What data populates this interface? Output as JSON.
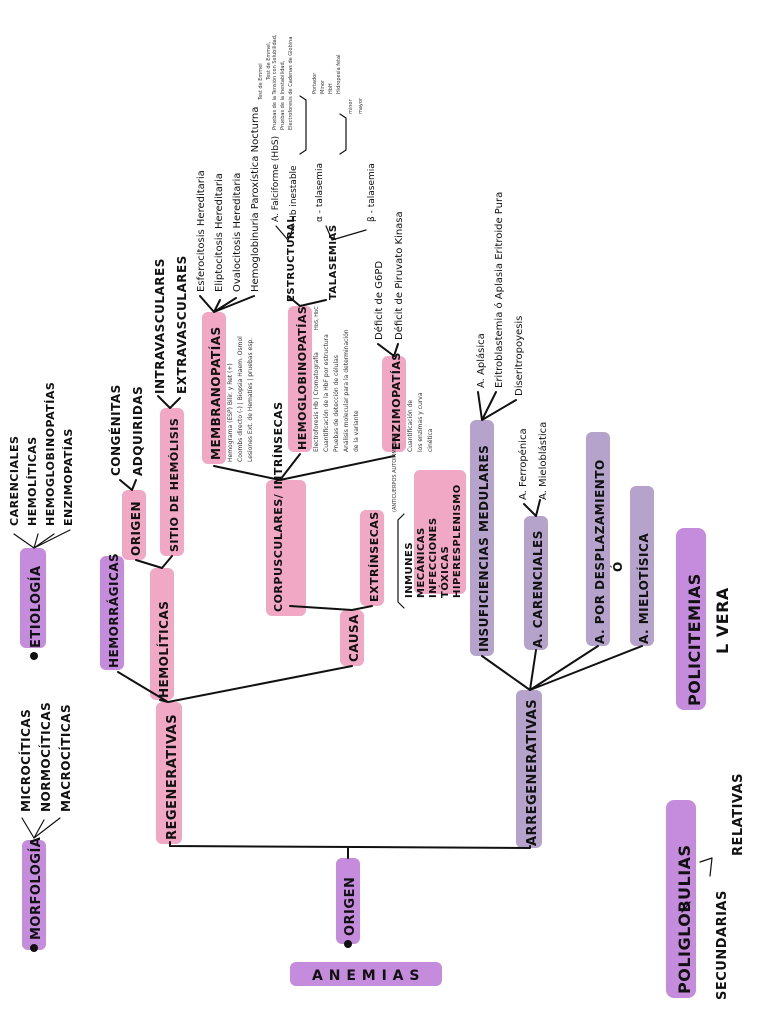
{
  "colors": {
    "violet": "#c58bdc",
    "pink": "#f0a8c4",
    "purple": "#b5a3cc",
    "ink": "#111111"
  },
  "title": "A N E M I A S",
  "morfologia": {
    "label": "MORFOLOGÍA",
    "items": [
      "MICROCÍTICAS",
      "NORMOCÍTICAS",
      "MACROCÍTICAS"
    ]
  },
  "etiologia": {
    "label": "ETIOLOGÍA",
    "items": [
      "CARENCIALES",
      "HEMOLÍTICAS",
      "HEMOGLOBINOPATÍAS",
      "ENZIMOPATÍAS"
    ]
  },
  "origen": {
    "label": "ORIGEN",
    "regenerativas": "REGENERATIVAS",
    "arregenerativas": "ARREGENERATIVAS"
  },
  "regenerativas": {
    "hemorragicas": "HEMORRÁGICAS",
    "hemoliticas": "HEMOLÍTICAS",
    "causa": "CAUSA"
  },
  "hemoliticas": {
    "origen": "ORIGEN",
    "origen_items": [
      "CONGÉNITAS",
      "ADQUIRIDAS"
    ],
    "sitio": "SITIO DE HEMÓLISIS",
    "sitio_items": [
      "INTRAVASCULARES",
      "EXTRAVASCULARES"
    ]
  },
  "causa": {
    "corpusculares": "CORPUSCULARES/ INTRÍNSECAS",
    "extrinsecas": "EXTRÍNSECAS",
    "extrinsecas_note": "(ANTICUERPOS AUTOINMUNES)",
    "extrinsecas_items": [
      "INMUNES",
      "MECÁNICAS",
      "INFECCIONES",
      "TÓXICAS",
      "HIPERESPLENISMO"
    ]
  },
  "corpusculares": {
    "membranopatias": "MEMBRANOPATÍAS",
    "membranopatias_items": [
      "Esferocitosis Hereditaria",
      "Eliptocitosis Hereditaria",
      "Ovalocitosis Hereditaria",
      "Hemoglobinuria Paroxística Nocturna"
    ],
    "membranopatias_note": [
      "Hemograma (ESP) Bilir. y Ret (+)",
      "Coombs directo (-) | Biopsia Haem. Osmol",
      "Lesiones Ext. de Hematíes | pruebas esp."
    ],
    "hemoglobinopatias": "HEMOGLOBINOPATÍAS",
    "hemoglobinopatias_note": [
      "Electroforesis Hb | Cromatografía",
      "Cuantificación de la HbF por estructura",
      "Pruebas de detección de células",
      "Análisis molecular para la determinación",
      "de la variante"
    ],
    "enzimopatias": "ENZIMOPATÍAS",
    "enzimopatias_items": [
      "Déficit de G6PD",
      "Déficit de Piruvato Kinasa"
    ],
    "enzimopatias_note": [
      "Cuantificación de",
      "los enzimas y curva",
      "cinética"
    ]
  },
  "hemoglobinopatias": {
    "estructural": "ESTRUCTURAL",
    "estructural_items": [
      "A. Falciforme (HbS)",
      "Hb inestable"
    ],
    "hbs_note": [
      "Test de Emmel,",
      "Pruebas de la Tensión con Solubilidad,",
      "Pruebas de la Inestabilidad,",
      "Electroforesis de Cadenas de Globina"
    ],
    "hbs_pre": "Test de Emmel",
    "talasemias": "TALASEMIAS",
    "alfa": "α - talasemia",
    "alfa_items": [
      "Portador",
      "Minor",
      "HbH",
      "Hidropesía fetal"
    ],
    "beta": "β - talasemia",
    "beta_items": [
      "minor",
      "mayor"
    ],
    "note_side": "HbS, HbC"
  },
  "arregenerativas": {
    "insuficiencias": "INSUFICIENCIAS MEDULARES",
    "insuficiencias_items": [
      "A. Aplásica",
      "Eritroblastemia ó Aplasia Eritroide Pura",
      "Diseritropoyesis"
    ],
    "carenciales": "A. CARENCIALES",
    "carenciales_items": [
      "A. Ferropénica",
      "A. Mieloblástica"
    ],
    "desplazamiento": "A. POR DESPLAZAMIENTO",
    "o": "Ó",
    "mieloptisica": "A. MIELOTÍSICA"
  },
  "policitemias": {
    "label": "POLICITEMIAS",
    "vera": "L VERA"
  },
  "poliglobulias": {
    "label": "POLIGLOBULIAS",
    "items": [
      "SECUNDARIAS",
      "RELATIVAS"
    ]
  }
}
